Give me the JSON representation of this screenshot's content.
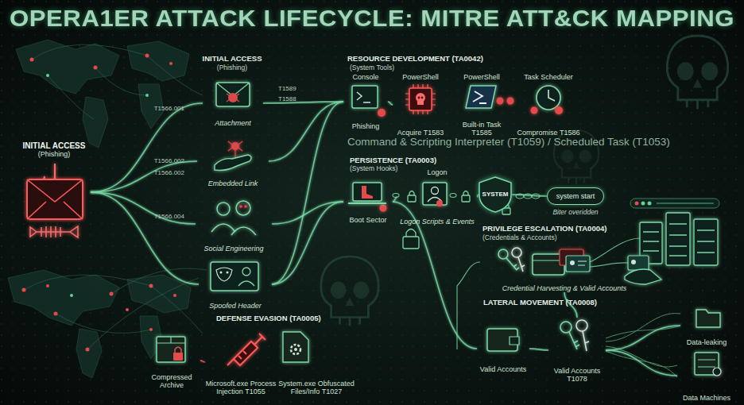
{
  "diagram": {
    "title": "OPERA1ER ATTACK LIFECYCLE: MITRE ATT&CK MAPPING",
    "nodes": [
      {
        "text": [
          "INITIAL ACCESS",
          "(Phishing)"
        ]
      },
      {
        "text": [
          "Attachment"
        ]
      },
      {
        "text": [
          "Embedded Link"
        ]
      },
      {
        "text": [
          "Social Engineering"
        ]
      },
      {
        "text": [
          "Spoofed Header"
        ]
      },
      {
        "text": [
          "Console",
          "Phishing"
        ]
      },
      {
        "text": [
          "PowerShell",
          "Acquire T1583"
        ]
      },
      {
        "text": [
          "PowerShell",
          "Built-in Task T1585"
        ]
      },
      {
        "text": [
          "Task Scheduler",
          "Compromise T1586"
        ]
      },
      {
        "text": [
          "Boot Sector"
        ]
      },
      {
        "text": [
          "Logon",
          "Logon Scripts & Events"
        ]
      },
      {
        "text": [
          "SYSTEM"
        ]
      },
      {
        "text": [
          "system start"
        ]
      },
      {
        "text": [
          "Credential Harvesting & Valid Accounts"
        ]
      },
      {
        "text": [
          "Compressed Archive"
        ]
      },
      {
        "text": [
          "Microsoft.exe Process Injection T1055"
        ]
      },
      {
        "text": [
          "System.exe Obfuscated Files/Info T1027"
        ]
      },
      {
        "text": [
          "Valid Accounts"
        ]
      },
      {
        "text": [
          "Valid Accounts T1078"
        ]
      },
      {
        "text": [
          "Data-leaking"
        ]
      },
      {
        "text": [
          "Data Machines"
        ]
      }
    ],
    "edges": [
      {
        "from": 0,
        "to": 1,
        "arrow": "none"
      },
      {
        "from": 0,
        "to": 2,
        "arrow": "none"
      },
      {
        "from": 0,
        "to": 3,
        "arrow": "none"
      },
      {
        "from": 0,
        "to": 4,
        "arrow": "none"
      },
      {
        "from": 1,
        "to": 5,
        "arrow": "none"
      },
      {
        "from": 2,
        "to": 5,
        "arrow": "none"
      },
      {
        "from": 3,
        "to": 9,
        "arrow": "none"
      },
      {
        "from": 4,
        "to": 5,
        "arrow": "none"
      },
      {
        "from": 4,
        "to": 9,
        "arrow": "none"
      },
      {
        "from": 5,
        "to": 6,
        "arrow": "none"
      },
      {
        "from": 6,
        "to": 7,
        "arrow": "none"
      },
      {
        "from": 7,
        "to": 8,
        "arrow": "none"
      },
      {
        "from": 9,
        "to": 10,
        "arrow": "none"
      },
      {
        "from": 10,
        "to": 11,
        "arrow": "none"
      },
      {
        "from": 11,
        "to": 12,
        "arrow": "none"
      },
      {
        "from": 9,
        "to": 17,
        "arrow": "none"
      },
      {
        "from": 13,
        "to": 18,
        "arrow": "none"
      },
      {
        "from": 17,
        "to": 18,
        "arrow": "none"
      },
      {
        "from": 18,
        "to": 19,
        "arrow": "none"
      },
      {
        "from": 18,
        "to": 20,
        "arrow": "none"
      },
      {
        "from": 14,
        "to": 15,
        "arrow": "none"
      },
      {
        "from": 15,
        "to": 16,
        "arrow": "none"
      }
    ],
    "labels": [
      "INITIAL ACCESS",
      "(Phishing)",
      "T1566.001",
      "T1566.002",
      "T1566.002",
      "T1566.004",
      "T1589",
      "T1588",
      "RESOURCE DEVELOPMENT (TA0042)",
      "(System Tools)",
      "Command & Scripting Interpreter (T1059) / Scheduled Task (T1053)",
      "PERSISTENCE (TA0003)",
      "(System Hooks)",
      "Biter overidden",
      "PRIVILEGE ESCALATION (TA0004)",
      "(Credentials & Accounts)",
      "LATERAL MOVEMENT (TA0008)",
      "DEFENSE EVASION (TA0005)"
    ]
  }
}
